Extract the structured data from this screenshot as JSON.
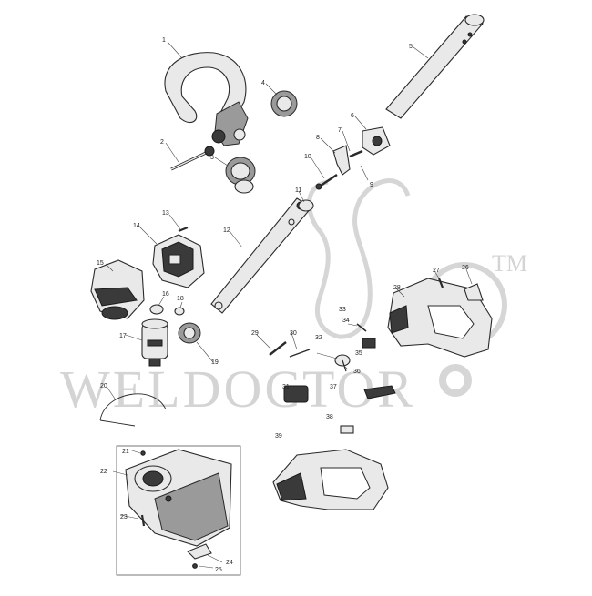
{
  "watermark": {
    "text": "WELDOCTOR",
    "trademark": "TM"
  },
  "callouts": [
    "1",
    "2",
    "3",
    "4",
    "5",
    "6",
    "7",
    "8",
    "9",
    "10",
    "11",
    "12",
    "13",
    "14",
    "15",
    "16",
    "17",
    "18",
    "19",
    "20",
    "21",
    "22",
    "23",
    "24",
    "25",
    "26",
    "27",
    "28",
    "29",
    "30",
    "31",
    "32",
    "33",
    "34",
    "35",
    "36",
    "37",
    "38",
    "39"
  ]
}
